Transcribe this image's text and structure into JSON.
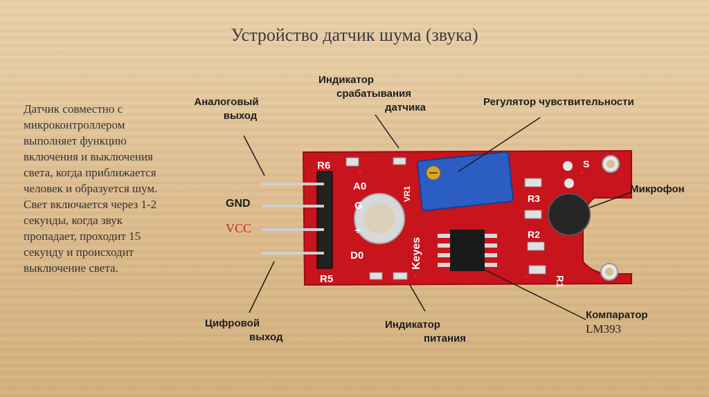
{
  "title": "Устройство датчик шума (звука)",
  "description": "Датчик совместно с микроконтроллером выполняет функцию включения и выключения света, когда приближается человек и образуется шум. Свет включается через 1-2 секунды, когда звук пропадает, проходит 15 секунду и происходит выключение света.",
  "labels": {
    "analog_out": [
      "Аналоговый",
      "выход"
    ],
    "trigger_indicator": [
      "Индикатор",
      "срабатывания",
      "датчика"
    ],
    "sensitivity": "Регулятор  чувствительности",
    "microphone": "Микрофон",
    "gnd": "GND",
    "vcc": "VCC",
    "digital_out": [
      "Цифровой",
      "выход"
    ],
    "power_indicator": [
      "Индикатор",
      "питания"
    ],
    "comparator": [
      "Компаратор",
      "LM393"
    ]
  },
  "board_marks": {
    "r6": "R6",
    "a0": "A0",
    "g": "G",
    "plus": "+",
    "d0": "D0",
    "r5": "R5",
    "vr1": "VR1",
    "keyes": "Keyes",
    "r3": "R3",
    "r2": "R2",
    "r1": "R1",
    "s": "S"
  },
  "colors": {
    "vcc": "#c0282d",
    "pcb": "#c8141c",
    "text": "#1d1d1d"
  }
}
